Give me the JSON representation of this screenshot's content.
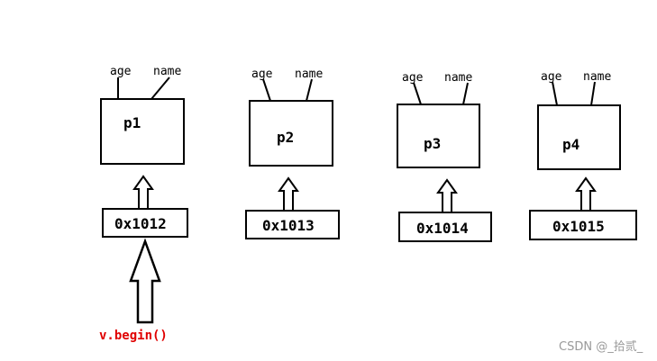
{
  "diagram": {
    "objects": [
      {
        "id": "p1",
        "fields": [
          "age",
          "name"
        ],
        "address": "0x1012"
      },
      {
        "id": "p2",
        "fields": [
          "age",
          "name"
        ],
        "address": "0x1013"
      },
      {
        "id": "p3",
        "fields": [
          "age",
          "name"
        ],
        "address": "0x1014"
      },
      {
        "id": "p4",
        "fields": [
          "age",
          "name"
        ],
        "address": "0x1015"
      }
    ],
    "iterator_label": "v.begin()",
    "iterator_color": "#e00000",
    "line_color": "#000000"
  },
  "watermark": "CSDN @_拾贰_"
}
